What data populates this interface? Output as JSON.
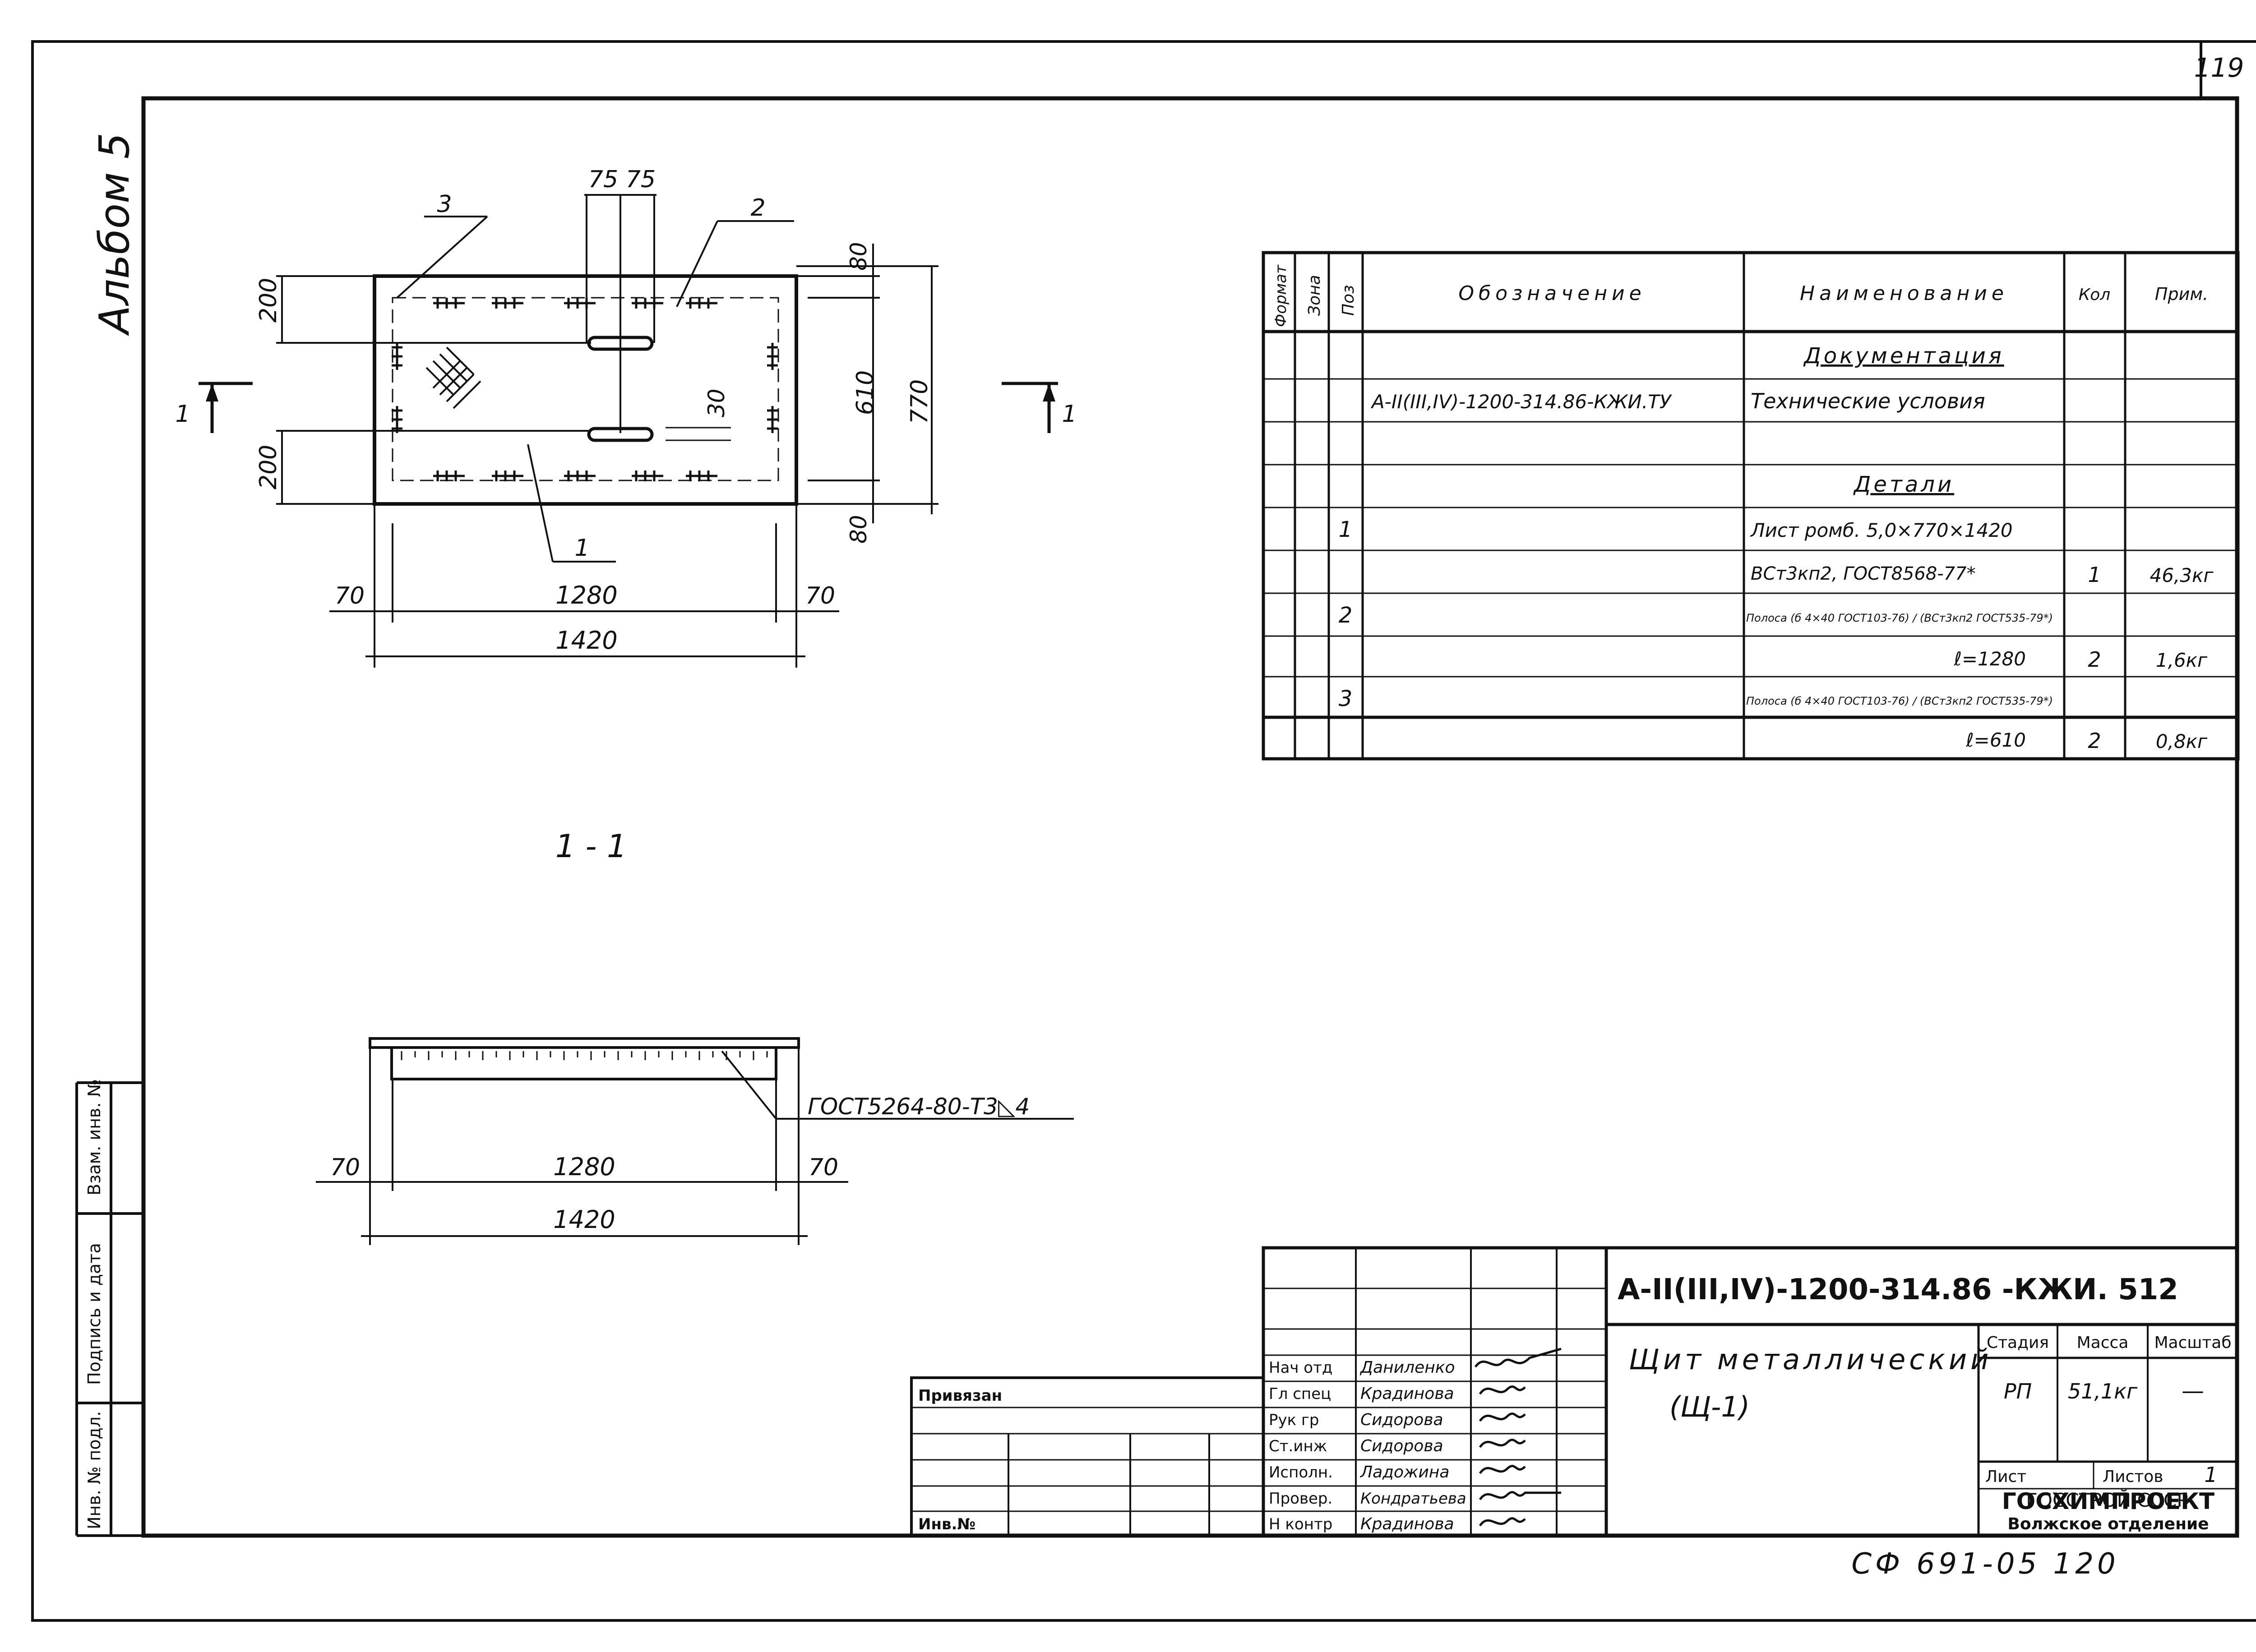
{
  "sheet": {
    "page_number": "119",
    "album": "Альбом 5",
    "bottom_code": "СФ 691-05 120"
  },
  "plan": {
    "dims": {
      "d75a": "75",
      "d75b": "75",
      "d200_top": "200",
      "d200_bot": "200",
      "d30": "30",
      "d80_top": "80",
      "d610": "610",
      "d80_bot": "80",
      "d770": "770",
      "d70_left": "70",
      "d1280": "1280",
      "d70_right": "70",
      "d1420": "1420"
    },
    "callouts": {
      "c1": "1",
      "c2": "2",
      "c3": "3"
    },
    "section_marks": {
      "left": "1",
      "right": "1"
    }
  },
  "section": {
    "title": "1 - 1",
    "weld_note": "ГОСТ5264-80-Т3◺4",
    "dims": {
      "d70_left": "70",
      "d1280": "1280",
      "d70_right": "70",
      "d1420": "1420"
    }
  },
  "spec_table": {
    "headers": {
      "format": "Формат",
      "zone": "Зона",
      "pos": "Поз",
      "designation": "Обозначение",
      "name": "Наименование",
      "qty": "Кол",
      "note": "Прим."
    },
    "rows": [
      {
        "pos": "",
        "designation": "",
        "name": "Документация",
        "qty": "",
        "note": ""
      },
      {
        "pos": "",
        "designation": "А-II(III,IV)-1200-314.86-КЖИ.ТУ",
        "name": "Технические условия",
        "qty": "",
        "note": ""
      },
      {
        "pos": "",
        "designation": "",
        "name": "",
        "qty": "",
        "note": ""
      },
      {
        "pos": "",
        "designation": "",
        "name": "Детали",
        "qty": "",
        "note": ""
      },
      {
        "pos": "1",
        "designation": "",
        "name": "Лист ромб. 5,0×770×1420",
        "qty": "",
        "note": ""
      },
      {
        "pos": "",
        "designation": "",
        "name": "ВСт3кп2, ГОСТ8568-77*",
        "qty": "1",
        "note": "46,3кг"
      },
      {
        "pos": "2",
        "designation": "",
        "name": "Полоса (б 4×40 ГОСТ103-76) / (ВСт3кп2 ГОСТ535-79*)",
        "qty": "",
        "note": ""
      },
      {
        "pos": "",
        "designation": "",
        "name": "ℓ=1280",
        "qty": "2",
        "note": "1,6кг"
      },
      {
        "pos": "3",
        "designation": "",
        "name": "Полоса (б 4×40 ГОСТ103-76) / (ВСт3кп2 ГОСТ535-79*)",
        "qty": "",
        "note": ""
      },
      {
        "pos": "",
        "designation": "",
        "name": "ℓ=610",
        "qty": "2",
        "note": "0,8кг"
      }
    ]
  },
  "title_block": {
    "doc_code": "А-II(III,IV)-1200-314.86 -КЖИ. 512",
    "title_line1": "Щит металлический",
    "title_line2": "(Щ-1)",
    "stage_label": "Стадия",
    "mass_label": "Масса",
    "scale_label": "Масштаб",
    "stage": "РП",
    "mass": "51,1кг",
    "scale": "—",
    "sheet_label": "Лист",
    "sheets_label": "Листов",
    "sheets_value": "1",
    "org1": "ГОССТРОЙ СССР",
    "org2": "ГОСХИМПРОЕКТ",
    "org3": "Волжское отделение",
    "bound_label": "Привязан",
    "inv_label": "Инв.№",
    "signers": [
      {
        "role": "Нач отд",
        "name": "Даниленко"
      },
      {
        "role": "Гл спец",
        "name": "Крадинова"
      },
      {
        "role": "Рук гр",
        "name": "Сидорова"
      },
      {
        "role": "Ст.инж",
        "name": "Сидорова"
      },
      {
        "role": "Исполн.",
        "name": "Ладожина"
      },
      {
        "role": "Провер.",
        "name": "Кондратьева"
      },
      {
        "role": "Н контр",
        "name": "Крадинова"
      }
    ]
  },
  "side_stamp": {
    "s1": "Взам. инв. №",
    "s2": "Подпись и дата",
    "s3": "Инв. № подл."
  }
}
